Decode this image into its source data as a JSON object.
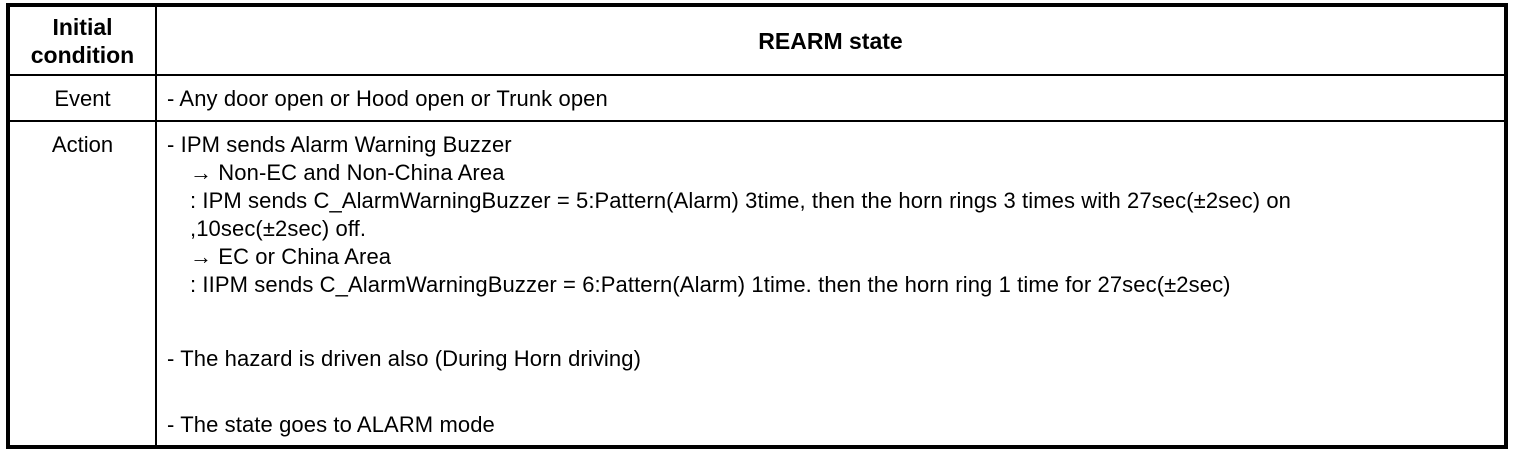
{
  "table": {
    "header": {
      "initial_condition": "Initial condition",
      "state_title": "REARM state"
    },
    "rows": {
      "event": {
        "label": "Event",
        "line": "- Any door open or Hood open or Trunk open"
      },
      "action": {
        "label": "Action",
        "lines": [
          "- IPM sends Alarm Warning Buzzer",
          "→ Non-EC and Non-China Area",
          ": IPM sends C_AlarmWarningBuzzer = 5:Pattern(Alarm) 3time, then the horn rings 3 times with 27sec(±2sec) on",
          ",10sec(±2sec) off.",
          "→ EC or China Area",
          ": IIPM sends C_AlarmWarningBuzzer = 6:Pattern(Alarm) 1time. then the horn ring 1 time for 27sec(±2sec)",
          "- The hazard is driven also (During Horn driving)",
          "- The state goes to ALARM mode"
        ]
      }
    },
    "colors": {
      "border": "#000000",
      "text": "#000000",
      "background": "#ffffff"
    }
  }
}
